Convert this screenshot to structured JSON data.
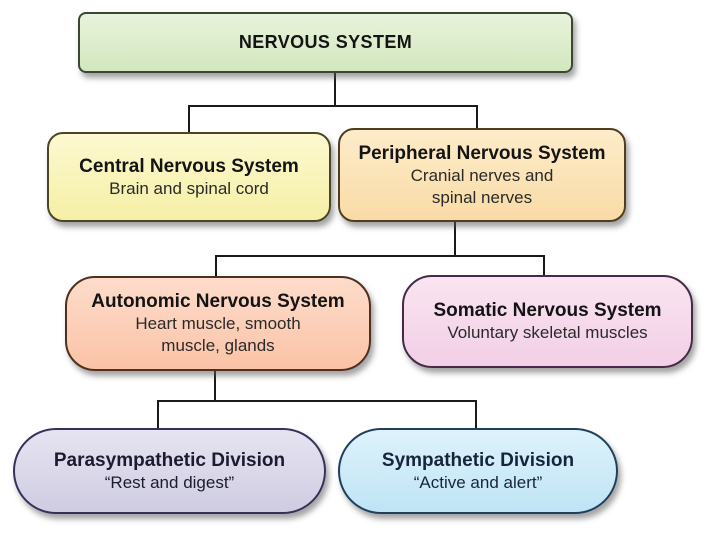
{
  "diagram": {
    "background": "#ffffff",
    "connector_color": "#1a1a1a",
    "nodes": {
      "nervous_system": {
        "title": "NERVOUS SYSTEM",
        "fill": "#dcecc8",
        "border": "#3c4733"
      },
      "central": {
        "title": "Central Nervous System",
        "subtitle": "Brain and spinal cord",
        "fill": "#f9f4bb",
        "border": "#4a4526"
      },
      "peripheral": {
        "title": "Peripheral Nervous System",
        "subtitle_lines": [
          "Cranial nerves and",
          "spinal nerves"
        ],
        "fill": "#fbe3b8",
        "border": "#503d1e"
      },
      "autonomic": {
        "title": "Autonomic Nervous System",
        "subtitle_lines": [
          "Heart muscle, smooth",
          "muscle, glands"
        ],
        "fill": "#fccfb9",
        "border": "#4f2f20"
      },
      "somatic": {
        "title": "Somatic Nervous System",
        "subtitle": "Voluntary skeletal muscles",
        "fill": "#f6d9ec",
        "border": "#452b48"
      },
      "parasympathetic": {
        "title": "Parasympathetic Division",
        "subtitle": "“Rest and digest”",
        "fill": "#d8d6e8",
        "border": "#32325a"
      },
      "sympathetic": {
        "title": "Sympathetic Division",
        "subtitle": "“Active and alert”",
        "fill": "#cde8f7",
        "border": "#1f3f5a"
      }
    }
  }
}
